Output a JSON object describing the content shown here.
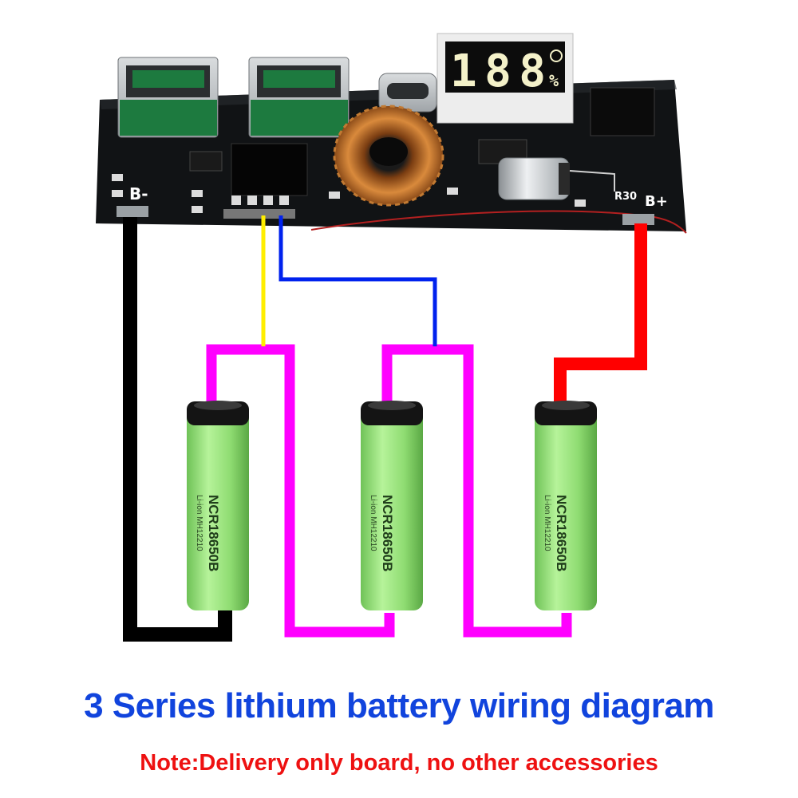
{
  "title": "3 Series lithium battery wiring diagram",
  "note": "Note:Delivery only board, no other accessories",
  "board": {
    "label_b_minus": "B-",
    "label_b_plus": "B+",
    "label_r30": "R30",
    "display_digits": "188",
    "display_unit": "%"
  },
  "batteries": [
    {
      "model": "NCR18650B",
      "sub": "Li-ion MH12210"
    },
    {
      "model": "NCR18650B",
      "sub": "Li-ion MH12210"
    },
    {
      "model": "NCR18650B",
      "sub": "Li-ion MH12210"
    }
  ],
  "wire_colors": {
    "negative": "#000000",
    "positive": "#ff0000",
    "series_link": "#ff00ff",
    "balance_1": "#ffee00",
    "balance_2": "#0022ee"
  },
  "colors": {
    "title": "#1144dd",
    "note": "#ee1111",
    "cell_body": "#95e07a"
  }
}
